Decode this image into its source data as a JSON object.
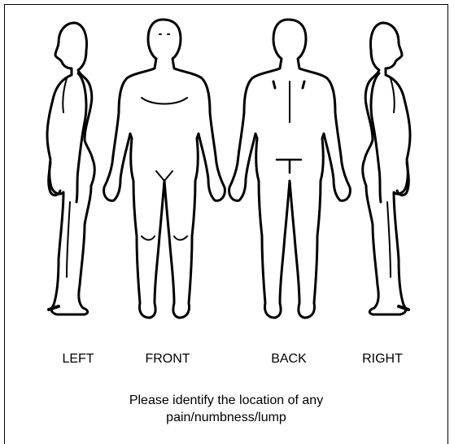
{
  "views": [
    {
      "id": "left",
      "label": "LEFT"
    },
    {
      "id": "front",
      "label": "FRONT"
    },
    {
      "id": "back",
      "label": "BACK"
    },
    {
      "id": "right",
      "label": "RIGHT"
    }
  ],
  "instruction": {
    "line1": "Please identify the location of any",
    "line2": "pain/numbness/lump"
  },
  "colors": {
    "outline": "#000000",
    "background": "#ffffff"
  }
}
